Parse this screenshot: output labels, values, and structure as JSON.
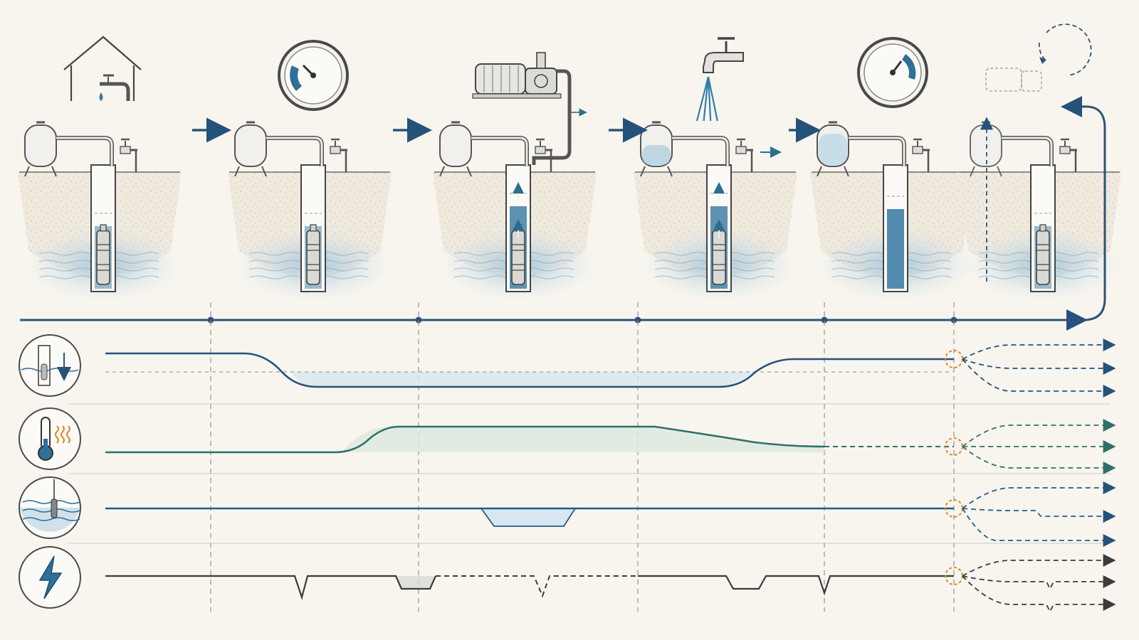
{
  "diagram": {
    "type": "well-pump-cycle-timeline",
    "stage_count": 6,
    "stages": [
      {
        "id": "idle",
        "tank_water": "empty",
        "well_water": "normal",
        "pump": "off",
        "top_icon": "house-faucet-drip-icon"
      },
      {
        "id": "pressure-drop",
        "tank_water": "empty",
        "well_water": "normal",
        "pump": "off",
        "top_icon": "pressure-gauge-low-icon"
      },
      {
        "id": "pump-start",
        "tank_water": "empty",
        "well_water": "rising",
        "pump": "on",
        "top_icon": "surface-pump-motor-icon"
      },
      {
        "id": "tank-filling",
        "tank_water": "partial",
        "well_water": "rising",
        "pump": "on",
        "top_icon": "faucet-spray-icon"
      },
      {
        "id": "pressure-restored",
        "tank_water": "full",
        "well_water": "full",
        "pump": "off",
        "top_icon": "pressure-gauge-high-icon"
      },
      {
        "id": "repeat",
        "tank_water": "empty",
        "well_water": "normal",
        "pump": "off",
        "top_icon": "pump-cycle-icon",
        "style": "dashed-future"
      }
    ],
    "lanes": [
      {
        "id": "water-level",
        "icon": "well-water-level-icon",
        "color": "#24527a"
      },
      {
        "id": "temperature",
        "icon": "thermometer-heat-icon",
        "color": "#2c7268"
      },
      {
        "id": "submersion",
        "icon": "level-sensor-icon",
        "color": "#245c86"
      },
      {
        "id": "power",
        "icon": "lightning-icon",
        "color": "#3b3b3b"
      }
    ],
    "colors": {
      "background": "#f8f5ee",
      "ink": "#4a4a4a",
      "water": "#2f6f99",
      "water_light": "#d7e6ef",
      "timeline": "#2a5578",
      "marker_orange": "#d98a2b"
    }
  }
}
